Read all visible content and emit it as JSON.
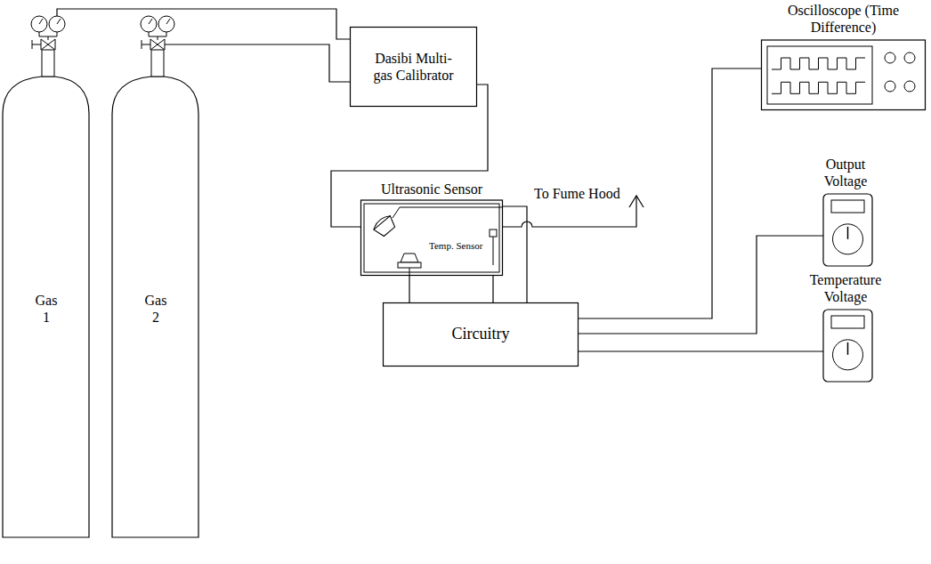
{
  "diagram": {
    "nodes": [
      {
        "text": [
          "Gas 1"
        ]
      },
      {
        "text": [
          "Gas 2"
        ]
      },
      {
        "text": [
          "Dasibi Multi-gas Calibrator"
        ]
      },
      {
        "text": [
          "Ultrasonic Sensor"
        ]
      },
      {
        "text": [
          "Temp. Sensor"
        ],
        "in": 3
      },
      {
        "text": [
          "Circuitry"
        ]
      },
      {
        "text": [
          "Oscilloscope (Time Difference)"
        ]
      },
      {
        "text": [
          "Output Voltage"
        ]
      },
      {
        "text": [
          "Temperature Voltage"
        ]
      }
    ],
    "edges": [
      {
        "from": 0,
        "to": 2,
        "arrow": "none"
      },
      {
        "from": 1,
        "to": 2,
        "arrow": "none"
      },
      {
        "from": 2,
        "to": 3,
        "arrow": "none"
      },
      {
        "from": 3,
        "to": 5,
        "arrow": "none"
      },
      {
        "from": 3,
        "to": 5,
        "arrow": "none"
      },
      {
        "from": 4,
        "to": 5,
        "arrow": "none"
      },
      {
        "from": 5,
        "to": 6,
        "arrow": "none"
      },
      {
        "from": 5,
        "to": 7,
        "arrow": "none"
      },
      {
        "from": 5,
        "to": 8,
        "arrow": "none"
      }
    ],
    "labels": [
      "To Fume Hood"
    ]
  }
}
